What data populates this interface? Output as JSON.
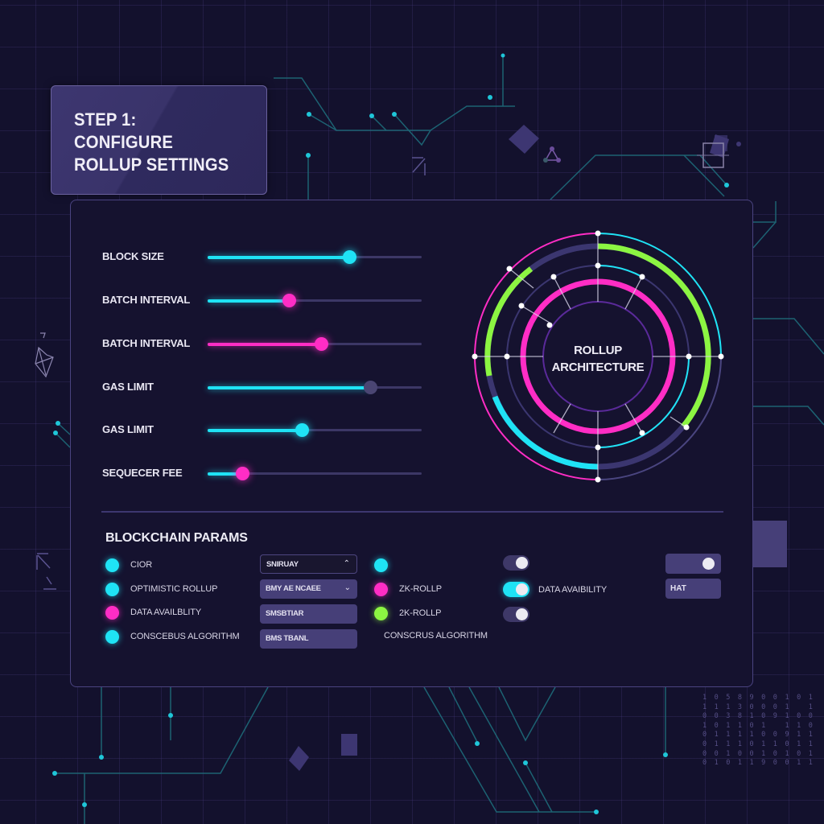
{
  "step_card": {
    "title": "STEP 1: CONFIGURE ROLLUP SETTINGS"
  },
  "sliders": [
    {
      "label": "BLOCK SIZE",
      "value_pct": 66,
      "fill_color": "cyan",
      "thumb_color": "cyan"
    },
    {
      "label": "BATCH INTERVAL",
      "value_pct": 38,
      "fill_color": "cyan",
      "thumb_color": "pink"
    },
    {
      "label": "BATCH INTERVAL",
      "value_pct": 53,
      "fill_color": "pink",
      "thumb_color": "pink"
    },
    {
      "label": "GAS LIMIT",
      "value_pct": 76,
      "fill_color": "cyan",
      "thumb_color": "grey"
    },
    {
      "label": "GAS LIMIT",
      "value_pct": 44,
      "fill_color": "cyan",
      "thumb_color": "cyan"
    },
    {
      "label": "SEQUECER FEE",
      "value_pct": 16,
      "fill_color": "cyan",
      "thumb_color": "pink"
    }
  ],
  "diagram": {
    "title_line1": "ROLLUP",
    "title_line2": "ARCHITECTURE"
  },
  "params": {
    "title": "BLOCKCHAIN PARAMS",
    "left_items": [
      {
        "label": "CIOR",
        "color": "cyan"
      },
      {
        "label": "OPTIMISTIC ROLLUP",
        "color": "cyan"
      },
      {
        "label": "DATA AVAILBLITY",
        "color": "pink"
      },
      {
        "label": "CONSCEBUS ALGORITHM",
        "color": "cyan"
      }
    ],
    "selects": [
      {
        "value": "SNIRUAY",
        "state": "open",
        "chevron": "up"
      },
      {
        "value": "BMY AE NCAEE",
        "state": "closed",
        "chevron": "down"
      },
      {
        "value": "SMSBTIAR",
        "state": "closed"
      },
      {
        "value": "BMS TBANL",
        "state": "closed"
      }
    ],
    "mid_items": [
      {
        "label": "",
        "color": "cyan"
      },
      {
        "label": "ZK-ROLLP",
        "color": "pink"
      },
      {
        "label": "2K-ROLLP",
        "color": "green"
      },
      {
        "label": "CONSCRUS ALGORITHM",
        "color": ""
      }
    ],
    "toggles": [
      {
        "label": "",
        "on": false
      },
      {
        "label": "DATA AVAIBILITY",
        "on": true
      },
      {
        "label": "",
        "on": false
      }
    ],
    "mini_boxes": [
      {
        "type": "toggle",
        "on": true
      },
      {
        "type": "text",
        "text": "HAT"
      }
    ]
  },
  "background": {
    "binary_text": "1 0 5 8 9 0 0 1 0 1\n1 1 1 3 0 0 0 1   1\n0 0 3 8 1 0 9 1 0 0\n1 0 1 1 0 1   1 1 0\n0 1 1 1 1 0 0 9 1 1\n0 1 1 1 0 1 1 0 1 1\n0 0 1 0 0 1 0 1 0 1\n0 1 0 1 1 9 0 0 1 1"
  },
  "colors": {
    "cyan": "#1fe3f5",
    "pink": "#ff2dc5",
    "green": "#8cf542",
    "panel_bg": "#15122f",
    "page_bg": "#13112d",
    "muted_purple": "#463f78"
  }
}
